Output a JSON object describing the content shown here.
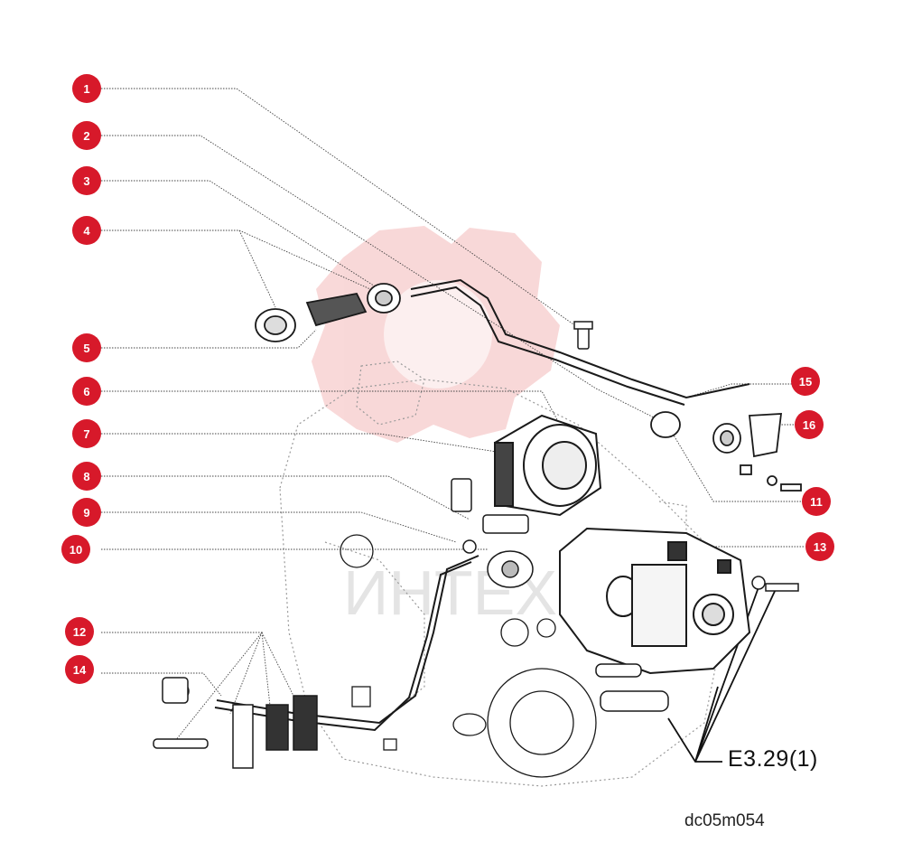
{
  "diagram": {
    "figure_ref": "E3.29(1)",
    "image_code": "dc05m054",
    "watermark_text": "ИНТЕХ",
    "colors": {
      "callout": "#d7192a",
      "leader": "#444444",
      "drawing": "#1a1a1a",
      "watermark": "#f4b9b9"
    },
    "callouts": [
      "1",
      "2",
      "3",
      "4",
      "5",
      "6",
      "7",
      "8",
      "9",
      "10",
      "11",
      "12",
      "13",
      "14",
      "15",
      "16"
    ]
  }
}
